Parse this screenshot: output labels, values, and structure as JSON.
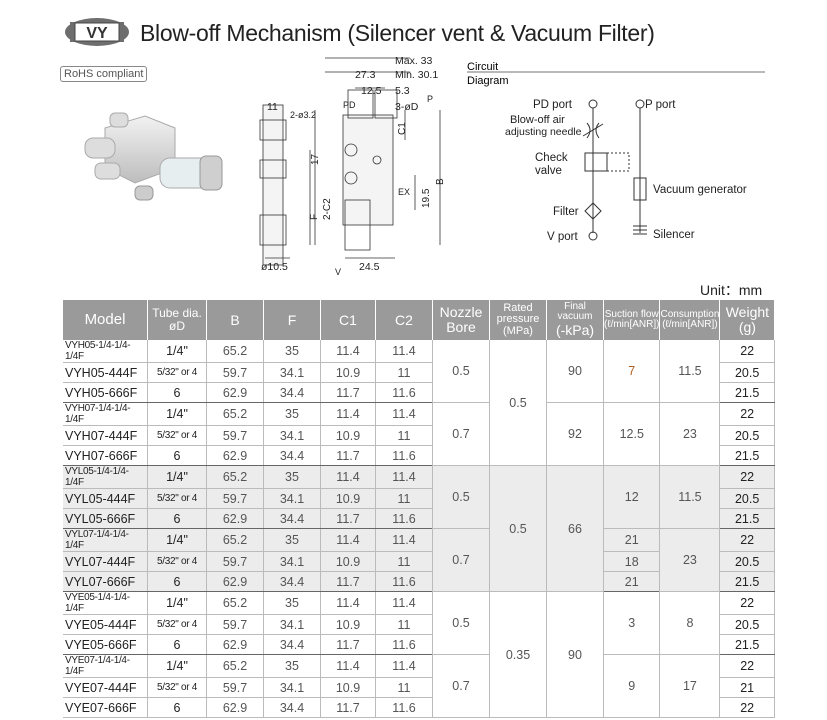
{
  "header": {
    "badge": "VY",
    "title": "Blow-off Mechanism (Silencer vent & Vacuum Filter)",
    "rohs": "RoHS compliant"
  },
  "drawing": {
    "dims": [
      "Max. 33",
      "27.3",
      "Min. 30.1",
      "12.5",
      "5.3",
      "11",
      "2-ø3.2",
      "PD",
      "3-øD",
      "P",
      "C1",
      "17",
      "B",
      "2-C2",
      "F",
      "EX",
      "19.5",
      "ø10.5",
      "24.5",
      "V"
    ]
  },
  "circuit": {
    "title_line1": "Circuit",
    "title_line2": "Diagram",
    "pd_port": "PD port",
    "p_port": "P port",
    "blow_off_1": "Blow-off air",
    "blow_off_2": "adjusting needle",
    "check_1": "Check",
    "check_2": "valve",
    "vac_gen": "Vacuum generator",
    "filter": "Filter",
    "v_port": "V port",
    "silencer": "Silencer"
  },
  "unit": "Unit：mm",
  "table": {
    "headers": {
      "model": "Model",
      "tube_1": "Tube dia.",
      "tube_2": "øD",
      "b": "B",
      "f": "F",
      "c1": "C1",
      "c2": "C2",
      "nozzle_1": "Nozzle",
      "nozzle_2": "Bore",
      "rated_1": "Rated",
      "rated_2": "pressure",
      "rated_3": "(MPa)",
      "vac_1": "Final vacuum",
      "vac_2": "(-kPa)",
      "suction_1": "Suction flow",
      "suction_2": "(ℓ/min[ANR])",
      "cons_1": "Consumption",
      "cons_2": "(ℓ/min[ANR])",
      "weight_1": "Weight",
      "weight_2": "(g)"
    },
    "rows": [
      {
        "model": "VYH05-1/4-1/4-1/4F",
        "tube": "1/4\"",
        "b": "65.2",
        "f": "35",
        "c1": "11.4",
        "c2": "11.4",
        "w": "22"
      },
      {
        "model": "VYH05-444F",
        "tube": "5/32\" or 4",
        "b": "59.7",
        "f": "34.1",
        "c1": "10.9",
        "c2": "11",
        "w": "20.5"
      },
      {
        "model": "VYH05-666F",
        "tube": "6",
        "b": "62.9",
        "f": "34.4",
        "c1": "11.7",
        "c2": "11.6",
        "w": "21.5"
      },
      {
        "model": "VYH07-1/4-1/4-1/4F",
        "tube": "1/4\"",
        "b": "65.2",
        "f": "35",
        "c1": "11.4",
        "c2": "11.4",
        "w": "22"
      },
      {
        "model": "VYH07-444F",
        "tube": "5/32\" or 4",
        "b": "59.7",
        "f": "34.1",
        "c1": "10.9",
        "c2": "11",
        "w": "20.5"
      },
      {
        "model": "VYH07-666F",
        "tube": "6",
        "b": "62.9",
        "f": "34.4",
        "c1": "11.7",
        "c2": "11.6",
        "w": "21.5"
      },
      {
        "model": "VYL05-1/4-1/4-1/4F",
        "tube": "1/4\"",
        "b": "65.2",
        "f": "35",
        "c1": "11.4",
        "c2": "11.4",
        "w": "22"
      },
      {
        "model": "VYL05-444F",
        "tube": "5/32\" or 4",
        "b": "59.7",
        "f": "34.1",
        "c1": "10.9",
        "c2": "11",
        "w": "20.5"
      },
      {
        "model": "VYL05-666F",
        "tube": "6",
        "b": "62.9",
        "f": "34.4",
        "c1": "11.7",
        "c2": "11.6",
        "w": "21.5"
      },
      {
        "model": "VYL07-1/4-1/4-1/4F",
        "tube": "1/4\"",
        "b": "65.2",
        "f": "35",
        "c1": "11.4",
        "c2": "11.4",
        "w": "22"
      },
      {
        "model": "VYL07-444F",
        "tube": "5/32\" or 4",
        "b": "59.7",
        "f": "34.1",
        "c1": "10.9",
        "c2": "11",
        "w": "20.5"
      },
      {
        "model": "VYL07-666F",
        "tube": "6",
        "b": "62.9",
        "f": "34.4",
        "c1": "11.7",
        "c2": "11.6",
        "w": "21.5"
      },
      {
        "model": "VYE05-1/4-1/4-1/4F",
        "tube": "1/4\"",
        "b": "65.2",
        "f": "35",
        "c1": "11.4",
        "c2": "11.4",
        "w": "22"
      },
      {
        "model": "VYE05-444F",
        "tube": "5/32\" or 4",
        "b": "59.7",
        "f": "34.1",
        "c1": "10.9",
        "c2": "11",
        "w": "20.5"
      },
      {
        "model": "VYE05-666F",
        "tube": "6",
        "b": "62.9",
        "f": "34.4",
        "c1": "11.7",
        "c2": "11.6",
        "w": "21.5"
      },
      {
        "model": "VYE07-1/4-1/4-1/4F",
        "tube": "1/4\"",
        "b": "65.2",
        "f": "35",
        "c1": "11.4",
        "c2": "11.4",
        "w": "22"
      },
      {
        "model": "VYE07-444F",
        "tube": "5/32\" or 4",
        "b": "59.7",
        "f": "34.1",
        "c1": "10.9",
        "c2": "11",
        "w": "21"
      },
      {
        "model": "VYE07-666F",
        "tube": "6",
        "b": "62.9",
        "f": "34.4",
        "c1": "11.7",
        "c2": "11.6",
        "w": "22"
      }
    ],
    "nozzle": [
      "0.5",
      "0.7",
      "0.5",
      "0.7",
      "0.5",
      "0.7"
    ],
    "rated": [
      "0.5",
      "0.5",
      "0.35"
    ],
    "vacuum": [
      "90",
      "92",
      "66",
      "90"
    ],
    "suction": [
      "7",
      "12.5",
      "12",
      "21",
      "18",
      "21",
      "3",
      "9"
    ],
    "consumption": [
      "11.5",
      "23",
      "11.5",
      "23",
      "8",
      "17"
    ]
  }
}
